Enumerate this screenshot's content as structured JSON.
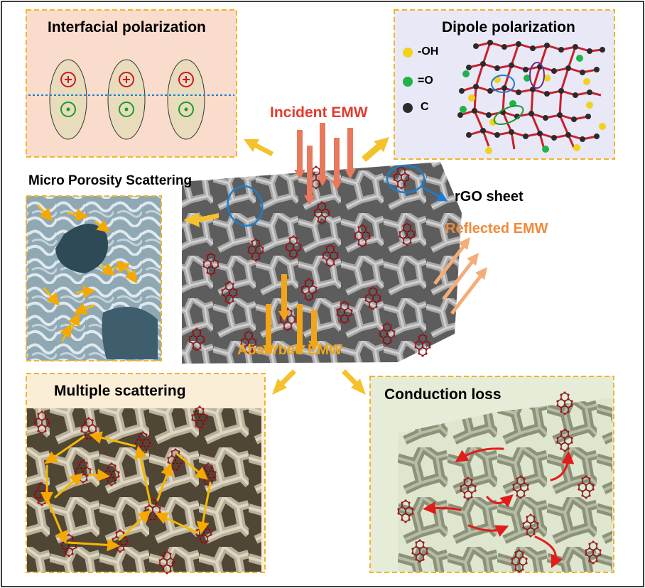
{
  "panels": {
    "interfacial": {
      "title": "Interfacial polarization"
    },
    "dipole": {
      "title": "Dipole polarization",
      "legend": [
        {
          "label": "-OH",
          "color": "#f2d21b"
        },
        {
          "label": "=O",
          "color": "#1fb34a"
        },
        {
          "label": "C",
          "color": "#2b2b2b"
        }
      ]
    },
    "micro": {
      "title": "Micro Porosity Scattering"
    },
    "multiple": {
      "title": "Multiple scattering"
    },
    "conduction": {
      "title": "Conduction loss"
    }
  },
  "center": {
    "incident": "Incident EMW",
    "reflected": "Reflected EMW",
    "absorbed": "Absorbed EMW",
    "rgo": "rGO sheet"
  },
  "colors": {
    "panel_border": "#f0b62a",
    "interfacial_bg": "#f9dccb",
    "dipole_bg": "#e8e8f6",
    "multiple_bg": "#fbeed7",
    "conduction_bg": "#e5ecd7",
    "incident": "#e23b2e",
    "reflected": "#f08a3a",
    "absorbed": "#f2a516",
    "connector_arrow": "#f5c22c",
    "rgo_link": "#1a7ed0"
  }
}
